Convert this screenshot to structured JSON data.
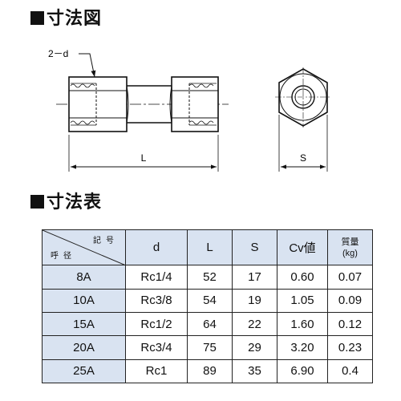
{
  "section_drawing": {
    "title": "寸法図"
  },
  "section_table": {
    "title": "寸法表"
  },
  "drawing": {
    "callout": "2－d",
    "dim_length": "L",
    "dim_width": "S"
  },
  "table": {
    "corner_top": "記号",
    "corner_bottom": "呼径",
    "columns": [
      "d",
      "L",
      "S",
      "Cv値",
      "質量",
      "(kg)"
    ],
    "rows": [
      {
        "nominal": "8A",
        "d": "Rc1/4",
        "L": "52",
        "S": "17",
        "cv": "0.60",
        "mass": "0.07"
      },
      {
        "nominal": "10A",
        "d": "Rc3/8",
        "L": "54",
        "S": "19",
        "cv": "1.05",
        "mass": "0.09"
      },
      {
        "nominal": "15A",
        "d": "Rc1/2",
        "L": "64",
        "S": "22",
        "cv": "1.60",
        "mass": "0.12"
      },
      {
        "nominal": "20A",
        "d": "Rc3/4",
        "L": "75",
        "S": "29",
        "cv": "3.20",
        "mass": "0.23"
      },
      {
        "nominal": "25A",
        "d": "Rc1",
        "L": "89",
        "S": "35",
        "cv": "6.90",
        "mass": "0.4"
      }
    ]
  }
}
